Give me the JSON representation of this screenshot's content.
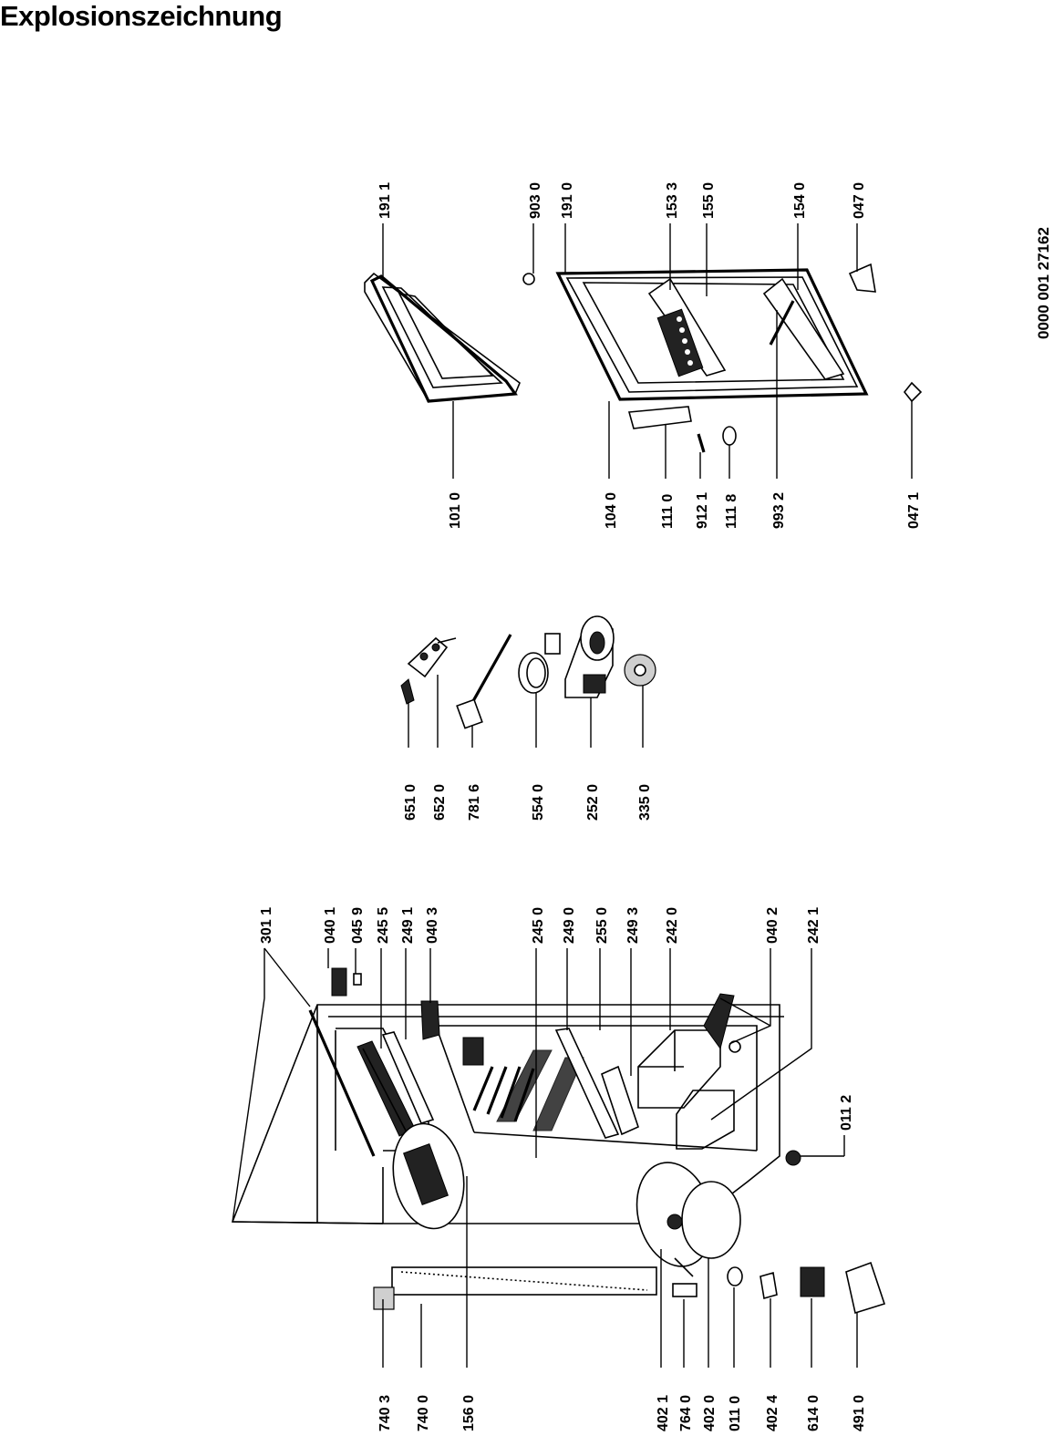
{
  "title": "Explosionszeichnung",
  "document_number": "0000 001 27162",
  "parts": {
    "p3011": "301 1",
    "p0401": "040 1",
    "p0459": "045 9",
    "p2455": "245 5",
    "p2491": "249 1",
    "p0403": "040 3",
    "p2450": "245 0",
    "p2490": "249 0",
    "p2550": "255 0",
    "p2493": "249 3",
    "p2420": "242 0",
    "p0402": "040 2",
    "p2421": "242 1",
    "p0112": "011 2",
    "p7403": "740 3",
    "p7400": "740 0",
    "p1560": "156 0",
    "p4021": "402 1",
    "p7640": "764 0",
    "p4020": "402 0",
    "p0110": "011 0",
    "p4024": "402 4",
    "p6140": "614 0",
    "p4910": "491 0",
    "p6510": "651 0",
    "p6520": "652 0",
    "p7816": "781 6",
    "p5540": "554 0",
    "p2520": "252 0",
    "p3350": "335 0",
    "p1911": "191 1",
    "p1010": "101 0",
    "p9030": "903 0",
    "p1910": "191 0",
    "p1533": "153 3",
    "p1550": "155 0",
    "p1540": "154 0",
    "p0470": "047 0",
    "p1040": "104 0",
    "p1110": "111 0",
    "p9121": "912 1",
    "p1118": "111 8",
    "p9932": "993 2",
    "p0471": "047 1"
  }
}
